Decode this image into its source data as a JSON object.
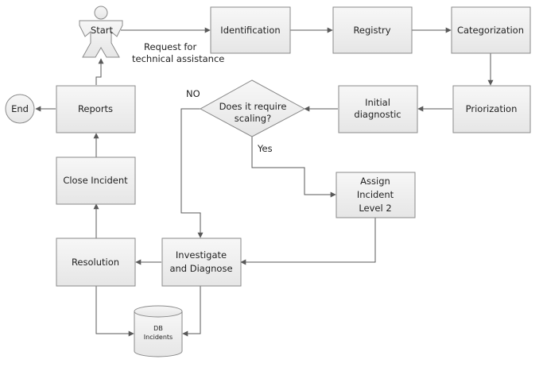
{
  "nodes": {
    "start": "Start",
    "identification": "Identification",
    "registry": "Registry",
    "categorization": "Categorization",
    "priorization": "Priorization",
    "initial_diagnostic": [
      "Initial",
      "diagnostic"
    ],
    "decision": [
      "Does it require",
      "scaling?"
    ],
    "assign_incident": [
      "Assign",
      "Incident",
      "Level 2"
    ],
    "investigate": [
      "Investigate",
      "and Diagnose"
    ],
    "resolution": "Resolution",
    "close_incident": "Close Incident",
    "reports": "Reports",
    "end": "End",
    "db": [
      "DB",
      "Incidents"
    ]
  },
  "edge_labels": {
    "request": [
      "Request for",
      "technical assistance"
    ],
    "no": "NO",
    "yes": "Yes"
  }
}
